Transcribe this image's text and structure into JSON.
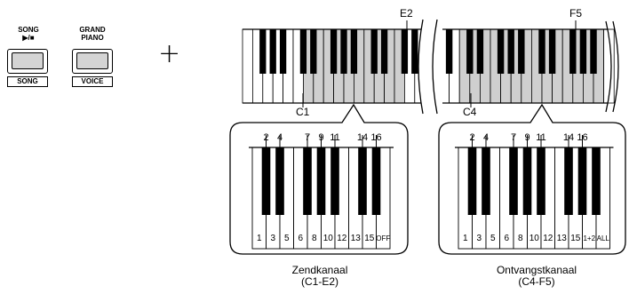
{
  "buttons": {
    "song": {
      "top_line1": "SONG",
      "top_symbol": "▶/■",
      "label": "SONG"
    },
    "grand_piano": {
      "top_line1": "GRAND",
      "top_line2": "PIANO",
      "label": "VOICE"
    }
  },
  "plus_symbol": "+",
  "top_keyboard": {
    "marker_e2": "E2",
    "marker_f5": "F5",
    "marker_c1": "C1",
    "marker_c4": "C4"
  },
  "send_panel": {
    "black_key_labels": [
      "2",
      "4",
      "7",
      "9",
      "11",
      "14",
      "16"
    ],
    "white_key_labels": [
      "1",
      "3",
      "5",
      "6",
      "8",
      "10",
      "12",
      "13",
      "15",
      "OFF"
    ],
    "caption_line1": "Zendkanaal",
    "caption_line2": "(C1-E2)"
  },
  "receive_panel": {
    "black_key_labels": [
      "2",
      "4",
      "7",
      "9",
      "11",
      "14",
      "16"
    ],
    "white_key_labels": [
      "1",
      "3",
      "5",
      "6",
      "8",
      "10",
      "12",
      "13",
      "15",
      "1+2",
      "ALL"
    ],
    "caption_line1": "Ontvangstkanaal",
    "caption_line2": "(C4-F5)"
  },
  "colors": {
    "highlight": "#cfcfcf",
    "key_black": "#000000",
    "outline": "#000000"
  }
}
